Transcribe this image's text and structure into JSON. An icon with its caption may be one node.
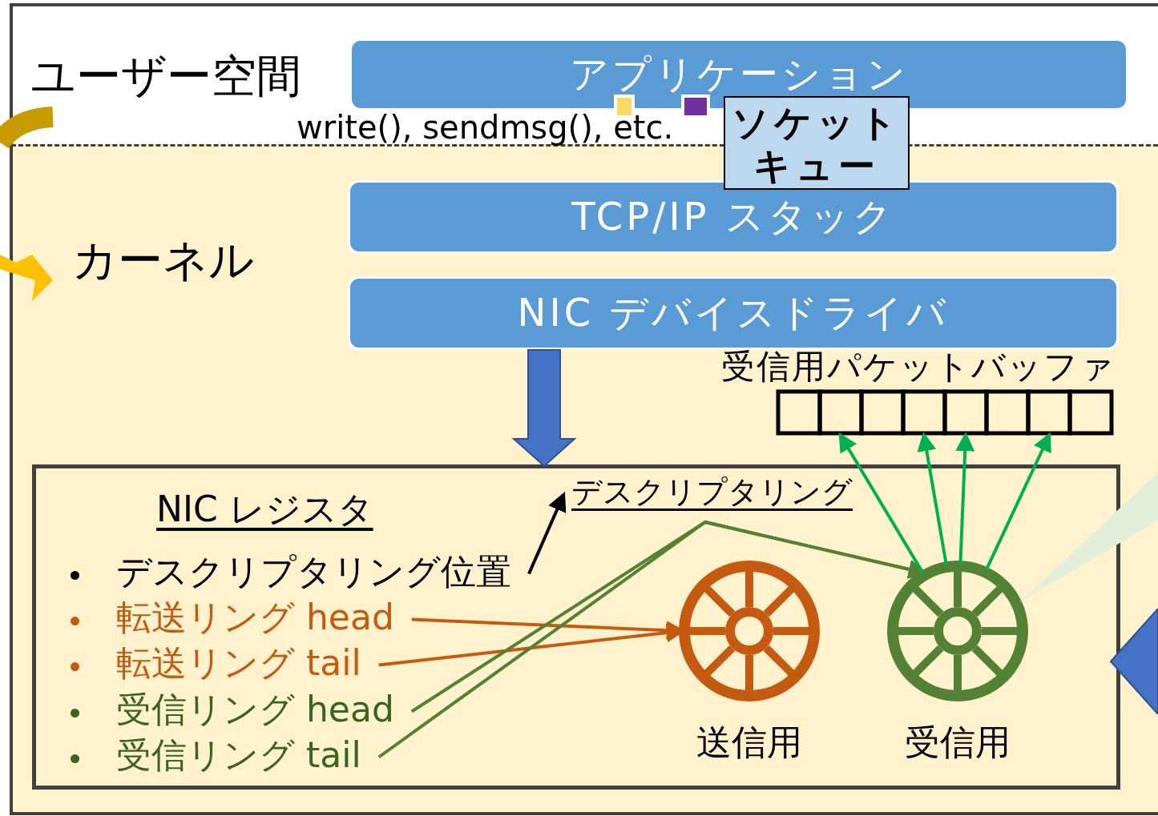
{
  "diagram": {
    "nodes": [
      {
        "text": [
          "ユーザー空間"
        ]
      },
      {
        "text": [
          "アプリケーション"
        ],
        "in": 0
      },
      {
        "text": [
          "ソケットキュー"
        ]
      },
      {
        "text": [
          "カーネル"
        ]
      },
      {
        "text": [
          "TCP/IP スタック"
        ],
        "in": 3
      },
      {
        "text": [
          "NIC デバイスドライバ"
        ],
        "in": 3
      },
      {
        "text": [
          "NIC レジスタ"
        ],
        "in": 3
      },
      {
        "text": [
          "デスクリプタリング位置"
        ],
        "in": 6
      },
      {
        "text": [
          "転送リング head"
        ],
        "in": 6
      },
      {
        "text": [
          "転送リング tail"
        ],
        "in": 6
      },
      {
        "text": [
          "受信リング head"
        ],
        "in": 6
      },
      {
        "text": [
          "受信リング tail"
        ],
        "in": 6
      },
      {
        "text": [
          "デスクリプタリング"
        ],
        "in": 6
      },
      {
        "text": [
          "送信用"
        ],
        "in": 6
      },
      {
        "text": [
          "受信用"
        ],
        "in": 6
      },
      {
        "text": [
          "受信用パケットバッファ"
        ],
        "in": 3
      },
      {
        "text": [],
        "shape": "wedge",
        "in": 3
      },
      {
        "text": [],
        "shape": "diamond",
        "in": 3
      }
    ],
    "edges": [
      {
        "from": 7,
        "to": 12,
        "arrow": "to",
        "color": "#000000"
      },
      {
        "from": 8,
        "to": 13,
        "arrow": "to",
        "color": "#c55a11"
      },
      {
        "from": 9,
        "to": 13,
        "arrow": "to",
        "color": "#c55a11"
      },
      {
        "from": 10,
        "to": 14,
        "arrow": "to",
        "color": "#548235"
      },
      {
        "from": 11,
        "to": 14,
        "arrow": "to",
        "color": "#548235"
      },
      {
        "from": 14,
        "to": 15,
        "arrow": "to",
        "color": "#00b050"
      },
      {
        "from": 14,
        "to": 15,
        "arrow": "to",
        "color": "#00b050"
      },
      {
        "from": 14,
        "to": 15,
        "arrow": "to",
        "color": "#00b050"
      },
      {
        "from": 14,
        "to": 15,
        "arrow": "to",
        "color": "#00b050"
      },
      {
        "from": 5,
        "to": 6,
        "arrow": "to",
        "style": "thick",
        "color": "#4472c4"
      }
    ],
    "labels": [
      "write(), sendmsg(), etc."
    ]
  }
}
